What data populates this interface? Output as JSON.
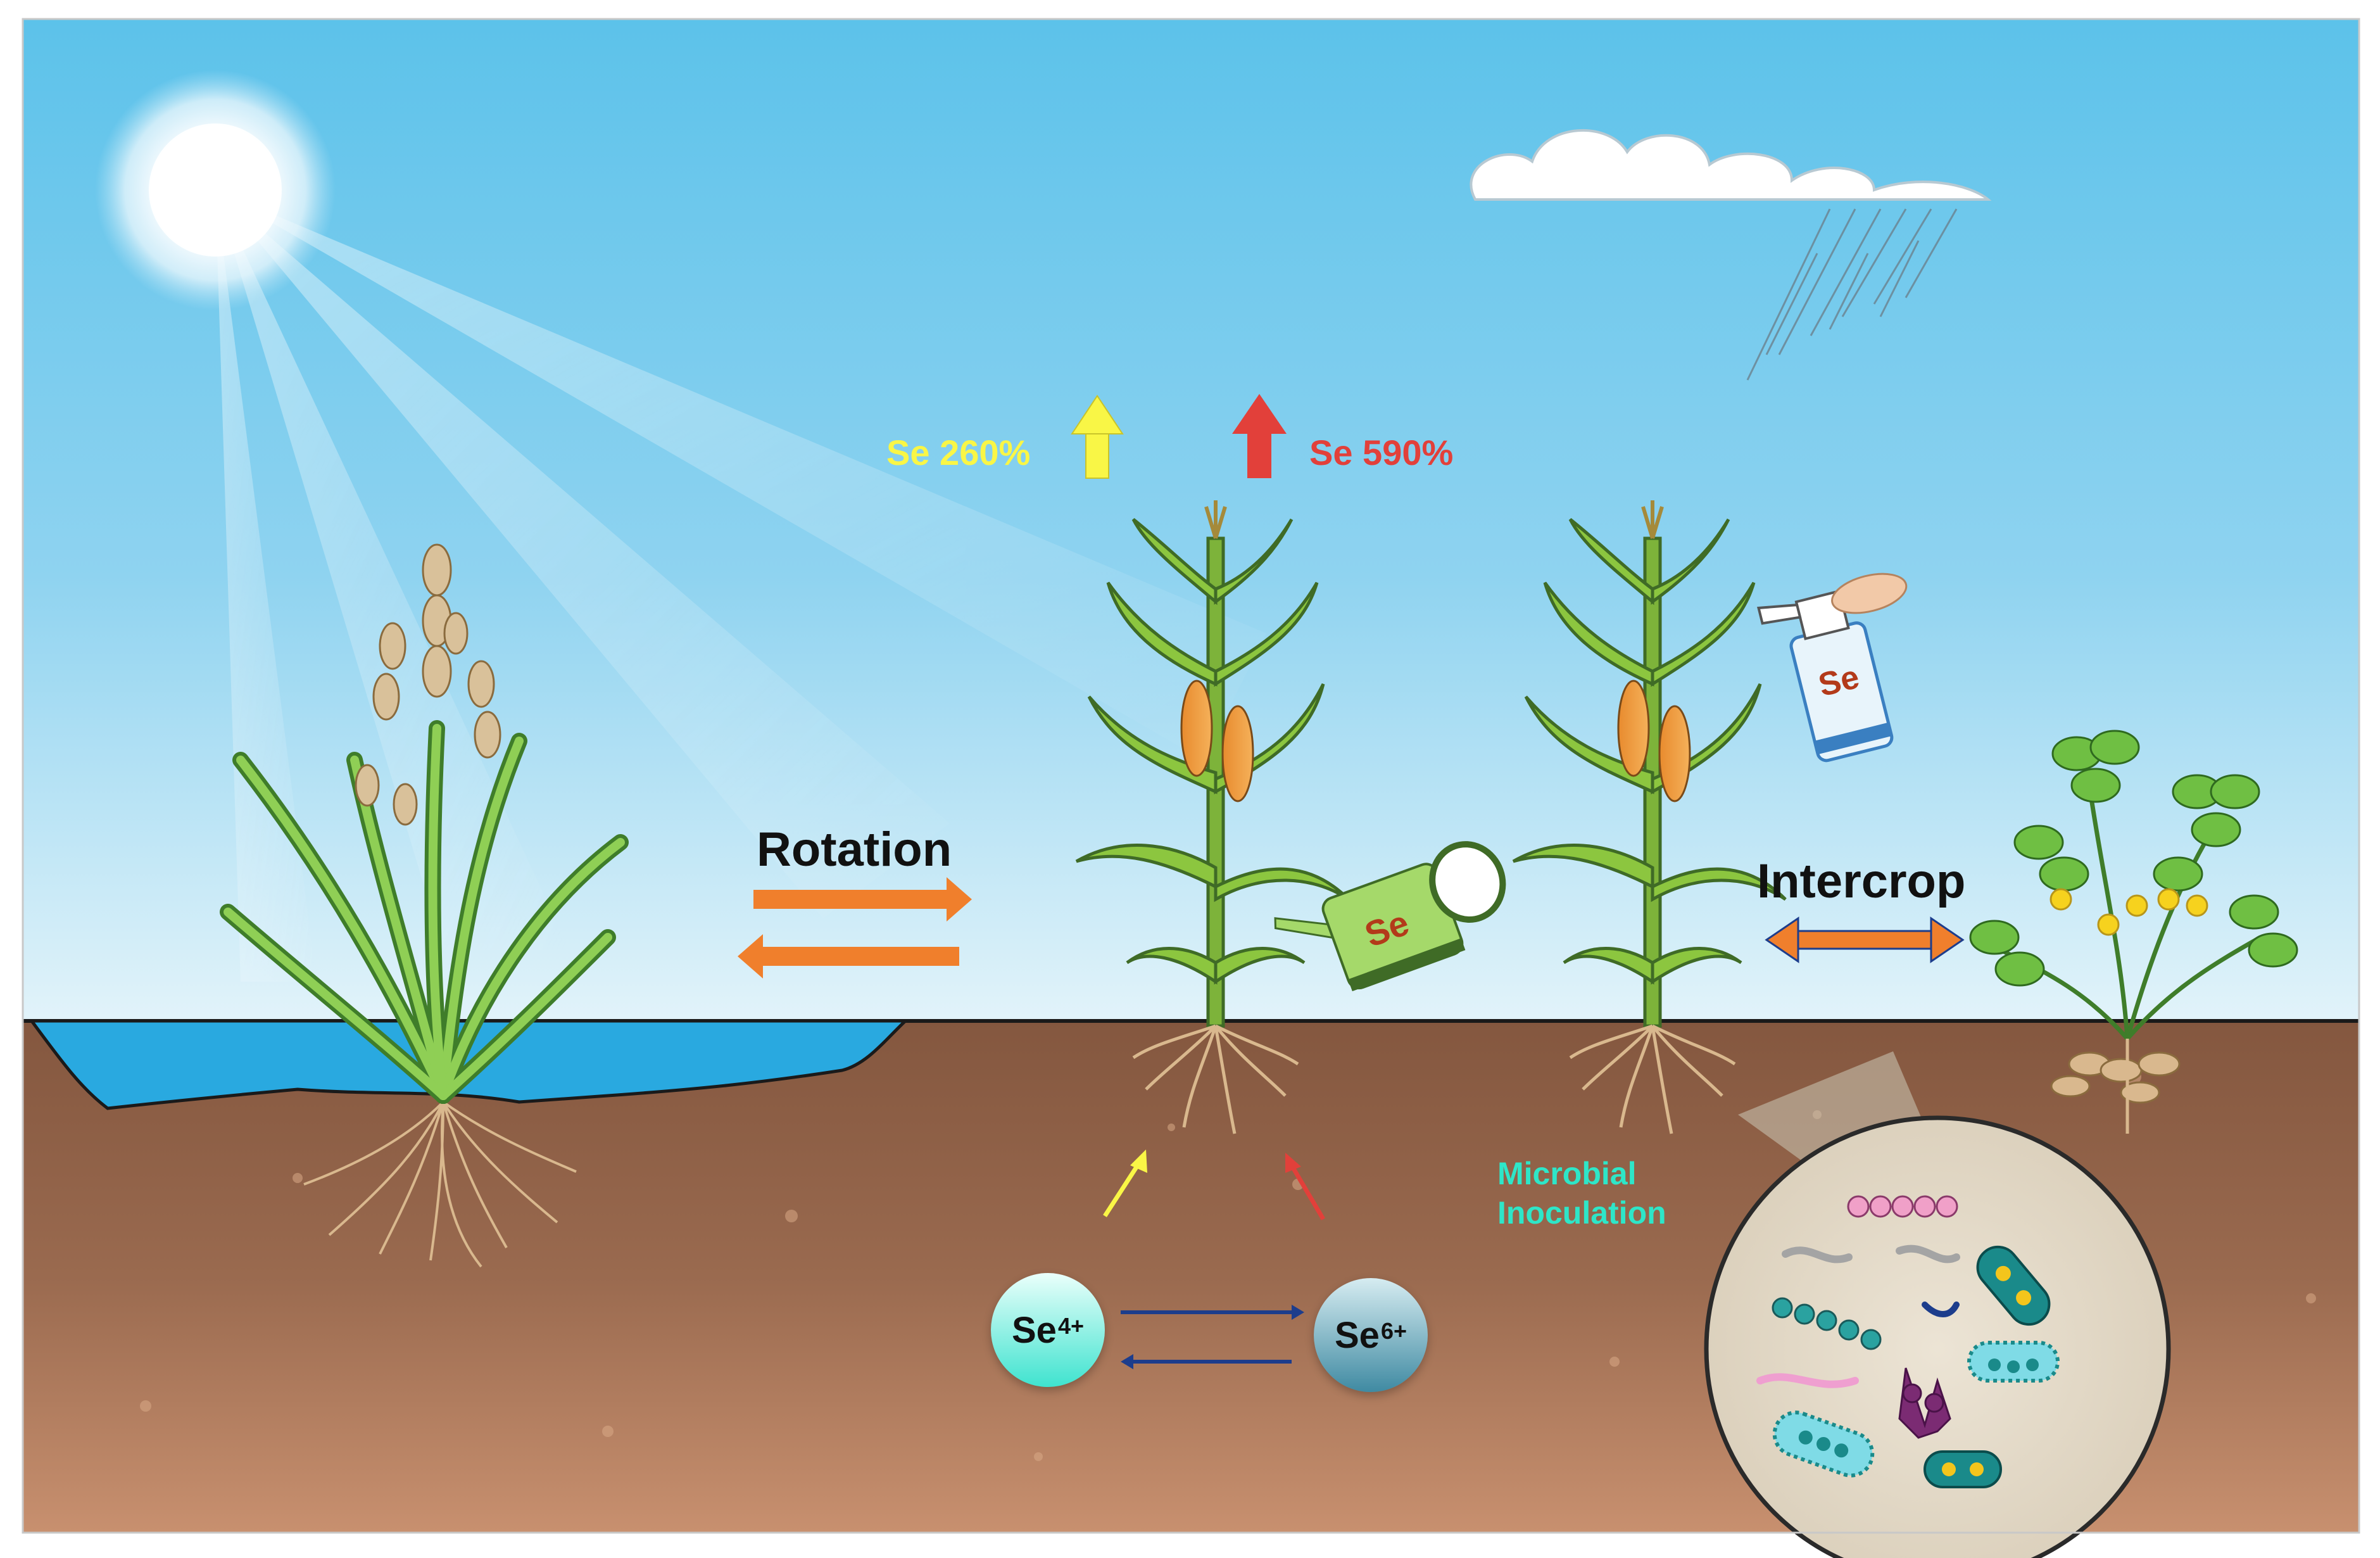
{
  "labels": {
    "rotation": "Rotation",
    "intercrop": "Intercrop",
    "se_yellow": "Se 260%",
    "se_red": "Se 590%",
    "microbial_line1": "Microbial",
    "microbial_line2": "Inoculation",
    "watering_can_text": "Se",
    "spray_bottle_text": "Se",
    "ion_left_base": "Se",
    "ion_left_charge": "4+",
    "ion_right_base": "Se",
    "ion_right_charge": "6+"
  },
  "colors": {
    "sky_top": "#5fc4ea",
    "sky_bottom": "#dff1f9",
    "soil_top": "#8a5e45",
    "soil_bottom": "#c58a6a",
    "water": "#29a9e0",
    "rotation_arrow": "#f07f2c",
    "yellow_arrow": "#f9f646",
    "red_arrow": "#e2403a",
    "se_yellow_text": "#f9f646",
    "se_red_text": "#e2403a",
    "microbial_text": "#2ee6c8",
    "leaf_green": "#7fbf3b",
    "dark_blue_arrow": "#1d3d8c"
  }
}
